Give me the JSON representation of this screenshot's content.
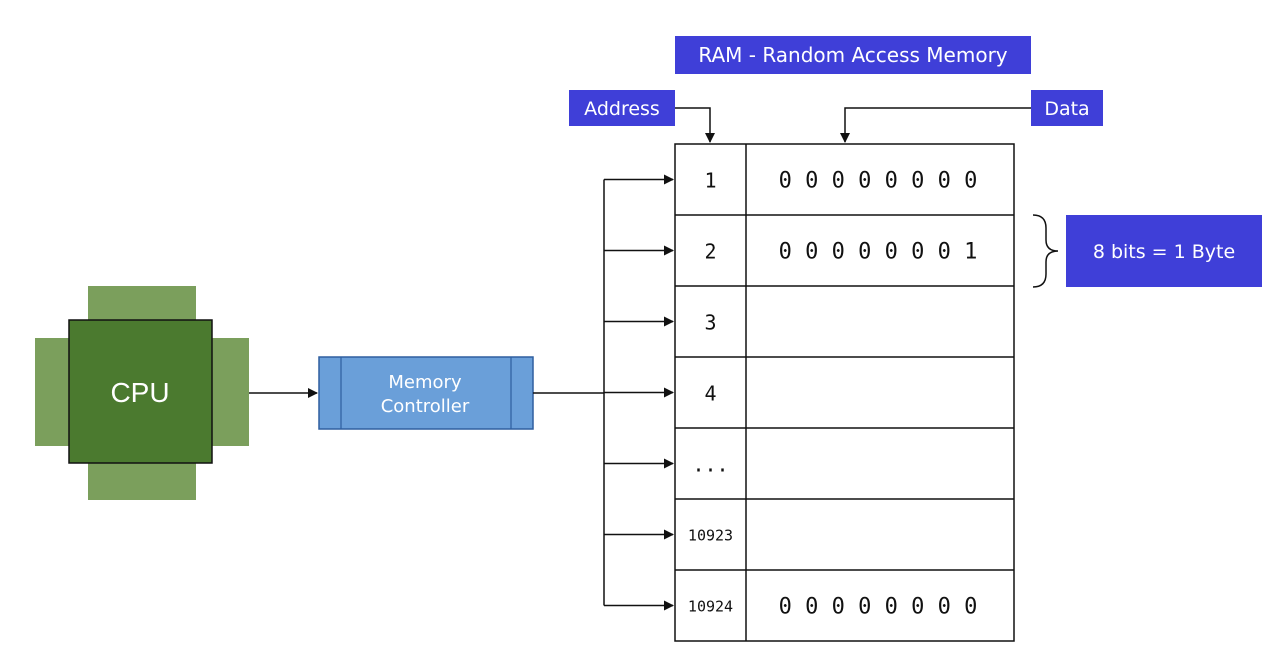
{
  "title": "RAM - Random Access Memory",
  "address_label": "Address",
  "data_label": "Data",
  "byte_label": "8 bits = 1 Byte",
  "cpu_label": "CPU",
  "memory_controller": {
    "line1": "Memory",
    "line2": "Controller"
  },
  "ram_rows": [
    {
      "address": "1",
      "value": "0 0 0 0 0 0 0 0"
    },
    {
      "address": "2",
      "value": "0 0 0 0 0 0 0 1"
    },
    {
      "address": "3",
      "value": ""
    },
    {
      "address": "4",
      "value": ""
    },
    {
      "address": "...",
      "value": ""
    },
    {
      "address": "10923",
      "value": ""
    },
    {
      "address": "10924",
      "value": "0 0 0 0 0 0 0 0"
    }
  ],
  "colors": {
    "label_blue": "#3f3fd8",
    "controller_blue": "#6a9fd9",
    "cpu_dark": "#4b7a2f",
    "cpu_light": "#7b9f5c"
  }
}
